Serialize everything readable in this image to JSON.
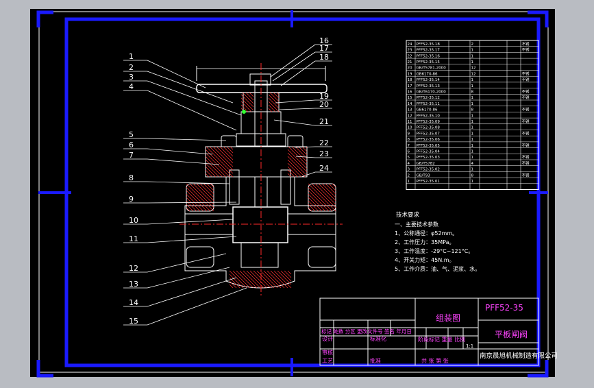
{
  "colors": {
    "background": "#000000",
    "viewport": "#b9bcc2",
    "frame": "#1a1aff",
    "line": "#ffffff",
    "hatch": "#ff3333",
    "centerline": "#ff2a2a",
    "title_text": "#ff44ff",
    "company_text": "#ffffff",
    "table": "#ffffff"
  },
  "callouts_left": [
    "1",
    "2",
    "3",
    "4",
    "5",
    "6",
    "7",
    "8",
    "9",
    "10",
    "11",
    "12",
    "13",
    "14",
    "15"
  ],
  "callouts_right": [
    "16",
    "17",
    "18",
    "19",
    "20",
    "21",
    "22",
    "23",
    "24"
  ],
  "parts_list": [
    [
      "24",
      "PFF52-35.18",
      "",
      "2",
      "",
      "",
      "不锈"
    ],
    [
      "23",
      "PFF52-35.17",
      "",
      "1",
      "",
      "",
      "不锈"
    ],
    [
      "22",
      "PFF52-35.16",
      "",
      "1",
      "",
      "",
      ""
    ],
    [
      "21",
      "PFF52-35.15",
      "",
      "1",
      "",
      "",
      ""
    ],
    [
      "20",
      "GB/T5781-2000",
      "",
      "12",
      "",
      "",
      ""
    ],
    [
      "19",
      "GB6170-86",
      "",
      "12",
      "",
      "",
      "不锈"
    ],
    [
      "18",
      "PFF52-35.14",
      "",
      "1",
      "",
      "",
      "不锈"
    ],
    [
      "17",
      "PFF52-35.13",
      "",
      "1",
      "",
      "",
      ""
    ],
    [
      "16",
      "GB/T6170-2000",
      "",
      "8",
      "",
      "",
      "不锈"
    ],
    [
      "15",
      "PFF52-35.12",
      "",
      "1",
      "",
      "",
      "不锈"
    ],
    [
      "14",
      "PFF52-35.11",
      "",
      "1",
      "",
      "",
      ""
    ],
    [
      "13",
      "GB6170-86",
      "",
      "8",
      "",
      "",
      "不锈"
    ],
    [
      "12",
      "PFF52-35.10",
      "",
      "1",
      "",
      "",
      ""
    ],
    [
      "11",
      "PFF52-35.09",
      "",
      "1",
      "",
      "",
      "不锈"
    ],
    [
      "10",
      "PFF52-35.08",
      "",
      "1",
      "",
      "",
      ""
    ],
    [
      "9",
      "PFF52-35.07",
      "",
      "1",
      "",
      "",
      "不锈"
    ],
    [
      "8",
      "PFF52-35.06",
      "",
      "1",
      "",
      "",
      ""
    ],
    [
      "7",
      "PFF52-35.05",
      "",
      "1",
      "",
      "",
      "不锈"
    ],
    [
      "6",
      "PFF52-35.04",
      "",
      "1",
      "",
      "",
      ""
    ],
    [
      "5",
      "PFF52-35.03",
      "",
      "1",
      "",
      "",
      "不锈"
    ],
    [
      "4",
      "GB/T5782",
      "",
      "4",
      "",
      "",
      "不锈"
    ],
    [
      "3",
      "PFF52-35.02",
      "",
      "1",
      "",
      "",
      ""
    ],
    [
      "2",
      "GB/T93",
      "",
      "8",
      "",
      "",
      "不锈"
    ],
    [
      "1",
      "PFF52-35.01",
      "",
      "1",
      "",
      "",
      ""
    ]
  ],
  "notes": {
    "title": "技术要求",
    "lines": [
      "一、主要技术参数",
      "1、公称通径：φ52mm。",
      "2、工作压力：35MPa。",
      "3、工作温度：-29°C~121°C。",
      "4、开关力矩：45N.m。",
      "5、工作介质：油、气、泥浆、水。"
    ]
  },
  "title_block": {
    "drawing_type": "组装图",
    "drawing_number": "PFF52-35",
    "drawing_name": "平板闸阀",
    "company": "南京晨旭机械制造有限公司",
    "scale": "1:1",
    "row_marks": "标记 处数 分区 更改文件号 签名 年月日",
    "design": "设计",
    "standardization": "标准化",
    "stage_row": "阶段标记 重量 比例",
    "review": "审核",
    "process": "工艺",
    "approve": "批准",
    "sheet": "共  张  第  张"
  }
}
